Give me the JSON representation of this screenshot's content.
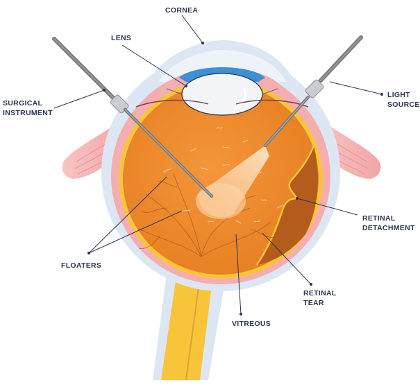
{
  "labels": {
    "cornea": "CORNEA",
    "lens": "LENS",
    "surgical_line1": "SURGICAL",
    "surgical_line2": "INSTRUMENT",
    "light_line1": "LIGHT",
    "light_line2": "SOURCE",
    "detach_line1": "RETINAL",
    "detach_line2": "DETACHMENT",
    "floaters": "FLOATERS",
    "tear_line1": "RETINAL",
    "tear_line2": "TEAR",
    "vitreous": "VITREOUS"
  },
  "colors": {
    "sclera_outer": "#dde6f3",
    "choroid_pink": "#f4aeb0",
    "retina_yellow": "#f8c53a",
    "vitreous_orange": "#ef8a2c",
    "detached_brown": "#b35c1c",
    "iris_blue": "#3d8fd6",
    "lens_white": "#f3f4f8",
    "instrument_gray": "#7a7a7a",
    "label_navy": "#2b3350"
  }
}
